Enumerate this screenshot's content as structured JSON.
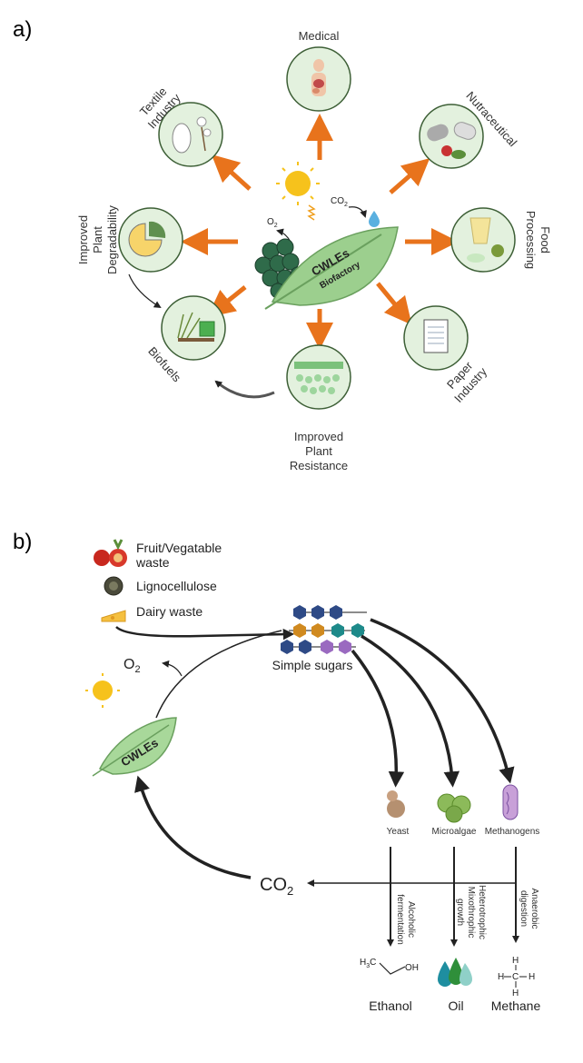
{
  "panel_a": {
    "label": "a)",
    "center": {
      "line1": "CWLEs",
      "line2": "Biofactory"
    },
    "gas": {
      "o2": "O",
      "o2_sub": "2",
      "co2": "CO",
      "co2_sub": "2"
    },
    "applications": {
      "medical": "Medical",
      "textile_1": "Textile",
      "textile_2": "Industry",
      "nutraceutical": "Nutraceutical",
      "food_1": "Food",
      "food_2": "Processing",
      "improved_1": "Improved",
      "improved_2": "Plant",
      "improved_3": "Degradability",
      "paper_1": "Paper",
      "paper_2": "Industry",
      "biofuels": "Biofuels",
      "resistance_1": "Improved",
      "resistance_2": "Plant",
      "resistance_3": "Resistance"
    },
    "colors": {
      "arrow": "#e8731c",
      "circle_fill": "#e3f1de",
      "circle_stroke": "#3d5f36",
      "leaf": "#9ccf8e"
    }
  },
  "panel_b": {
    "label": "b)",
    "feedstocks": {
      "fruit_1": "Fruit/Vegatable",
      "fruit_2": "waste",
      "ligno": "Lignocellulose",
      "dairy": "Dairy waste"
    },
    "simple_sugars": "Simple sugars",
    "o2": "O",
    "o2_sub": "2",
    "co2": "CO",
    "co2_sub": "2",
    "leaf": "CWLEs",
    "organisms": {
      "yeast": "Yeast",
      "microalgae": "Microalgae",
      "methanogens": "Methanogens"
    },
    "processes": {
      "alcoholic_1": "Alcoholic",
      "alcoholic_2": "fermentation",
      "hetero_1": "Heterotrophic",
      "hetero_2": "Mixothrophic",
      "hetero_3": "growth",
      "anaerobic_1": "Anaerobic",
      "anaerobic_2": "digestion"
    },
    "products": {
      "ethanol": "Ethanol",
      "oil": "Oil",
      "methane": "Methane"
    },
    "chem": {
      "h3c": "H",
      "h3c_sub": "3",
      "h3c_c": "C",
      "oh": "OH",
      "h": "H",
      "c": "C"
    }
  }
}
